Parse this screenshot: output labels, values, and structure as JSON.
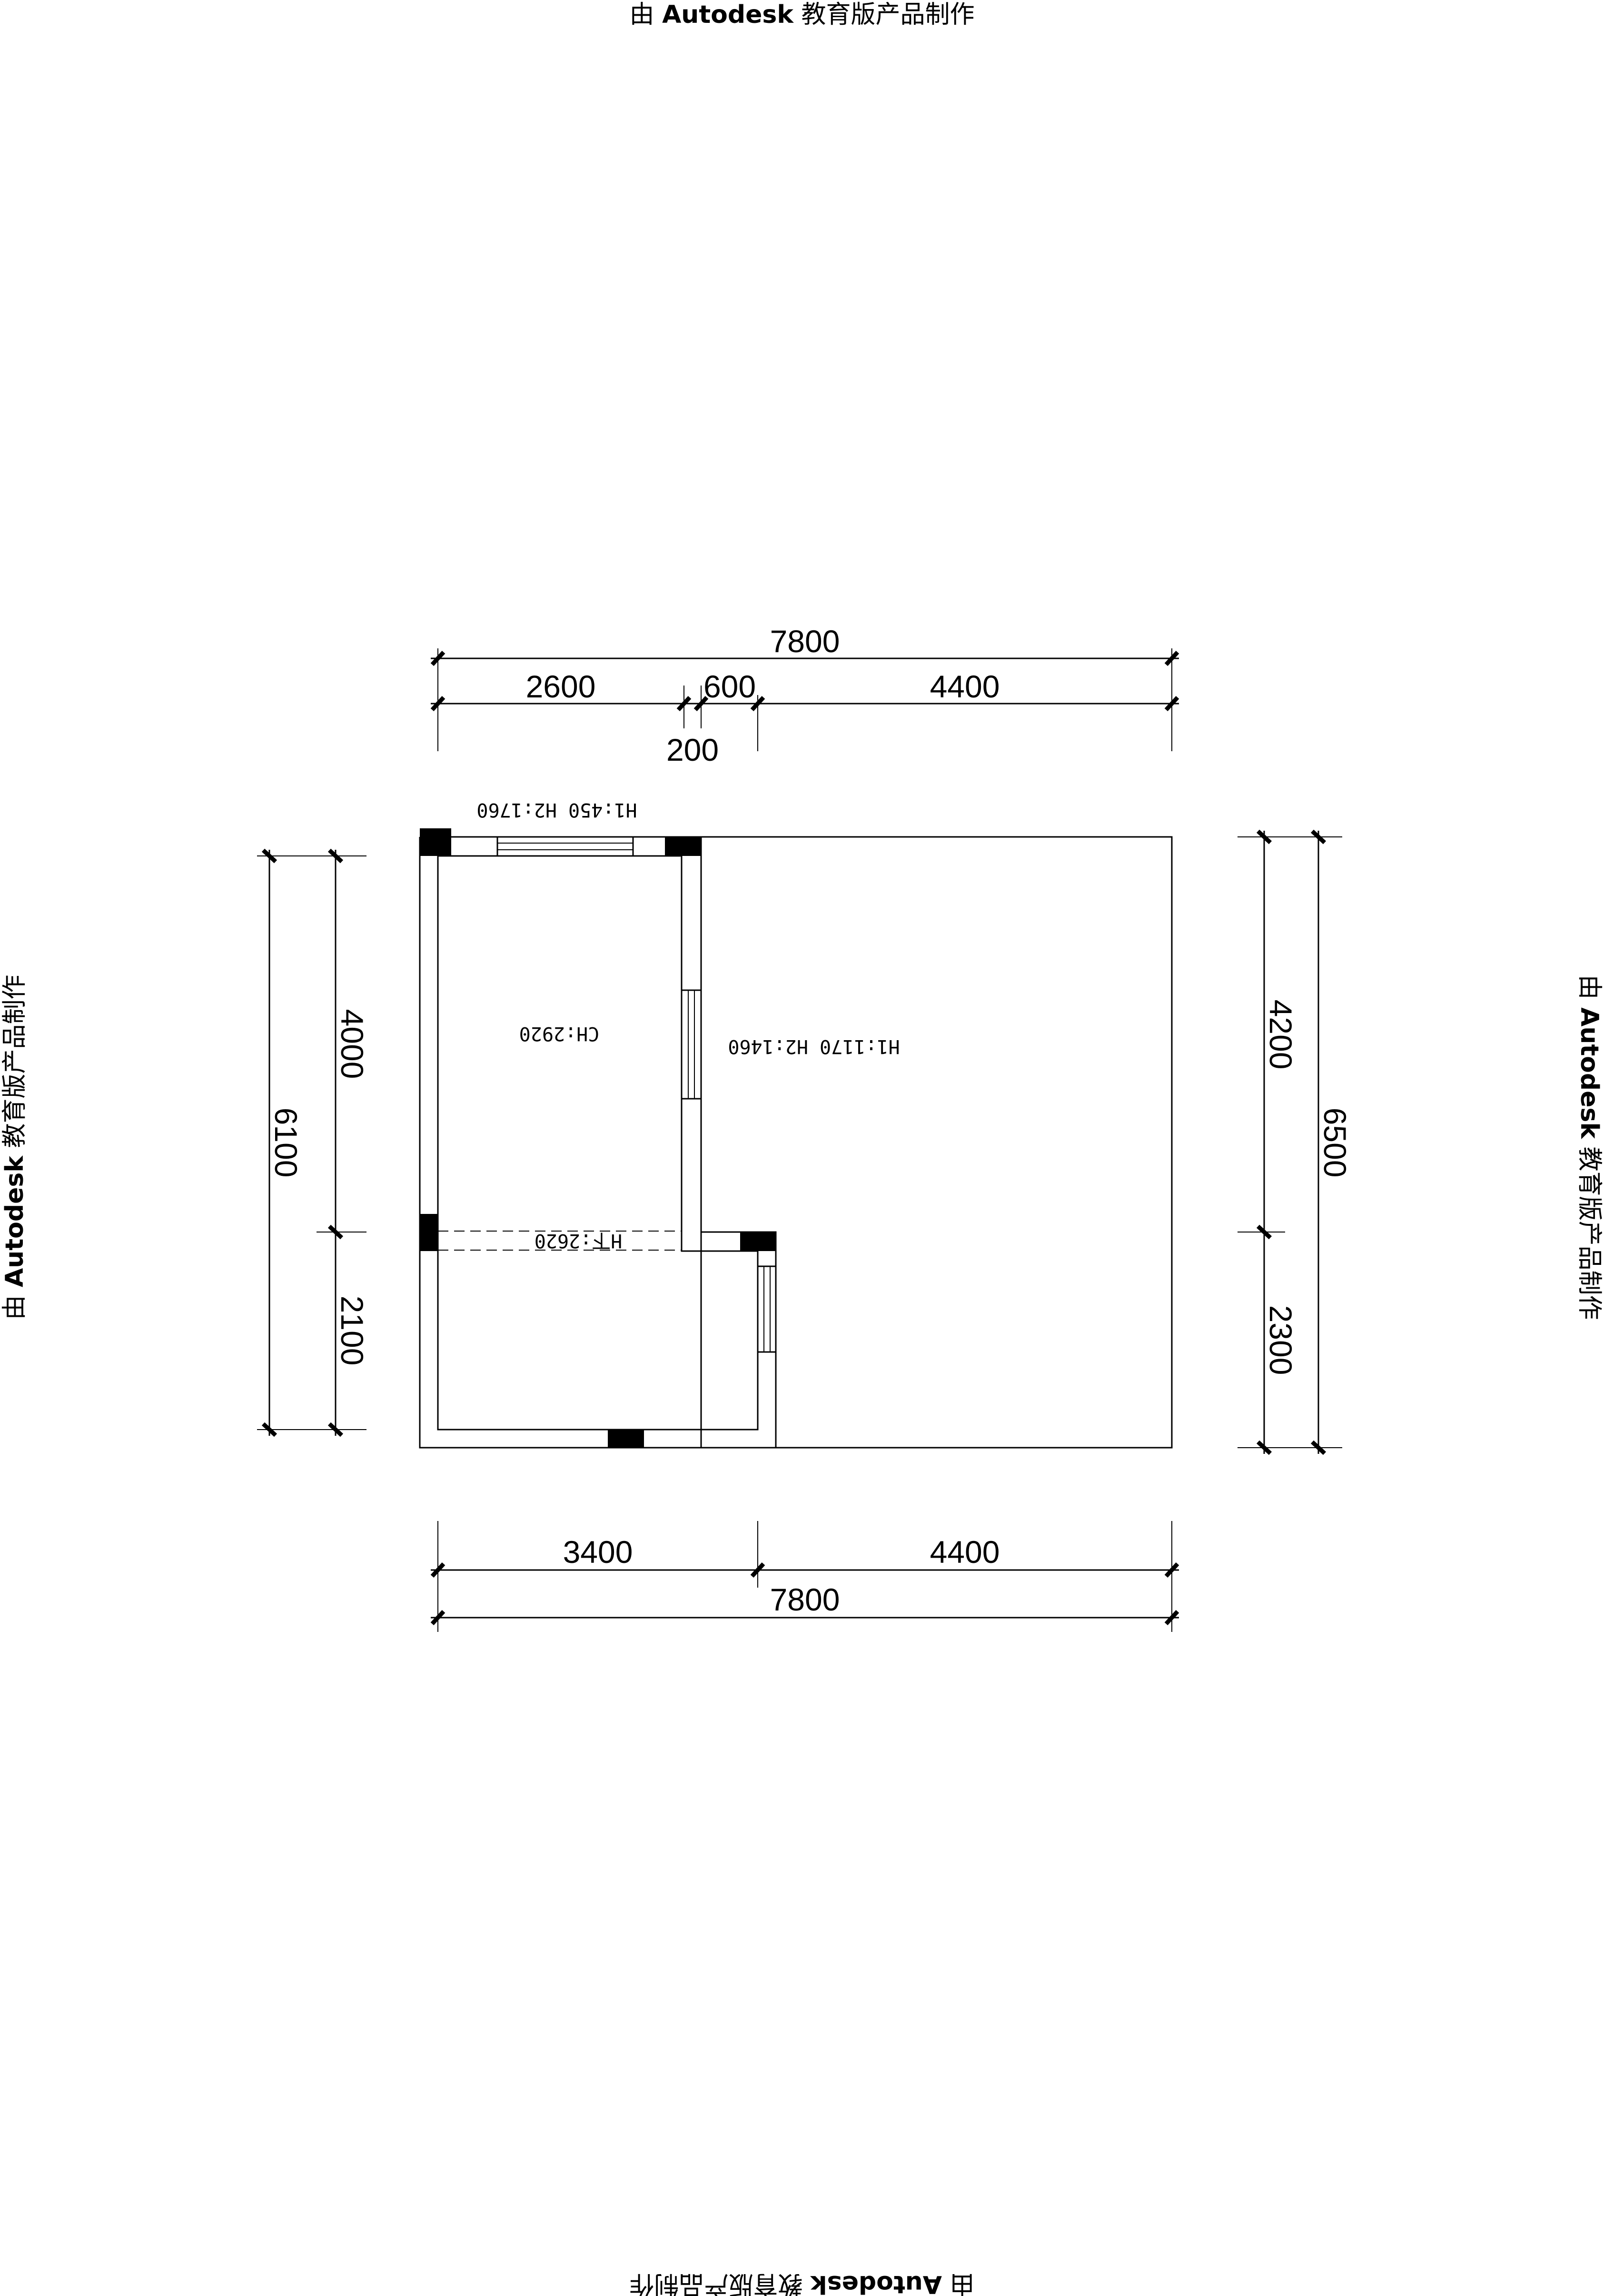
{
  "watermark": {
    "prefix": "由",
    "brand": "Autodesk",
    "suffix": "教育版产品制作"
  },
  "dimensions": {
    "top": {
      "overall": "7800",
      "seg_a": "2600",
      "seg_b": "600",
      "seg_c": "4400",
      "seg_small": "200"
    },
    "bottom": {
      "seg_a": "3400",
      "seg_b": "4400",
      "overall": "7800"
    },
    "left": {
      "overall": "6100",
      "seg_a": "4000",
      "seg_b": "2100"
    },
    "right": {
      "seg_a": "4200",
      "seg_b": "2300",
      "overall": "6500"
    }
  },
  "notes": {
    "top_window": "H1:450 H2:1760",
    "right_window": "H1:1170 H2:1460",
    "ceiling": "CH:2920",
    "beam": "H下:2620"
  }
}
